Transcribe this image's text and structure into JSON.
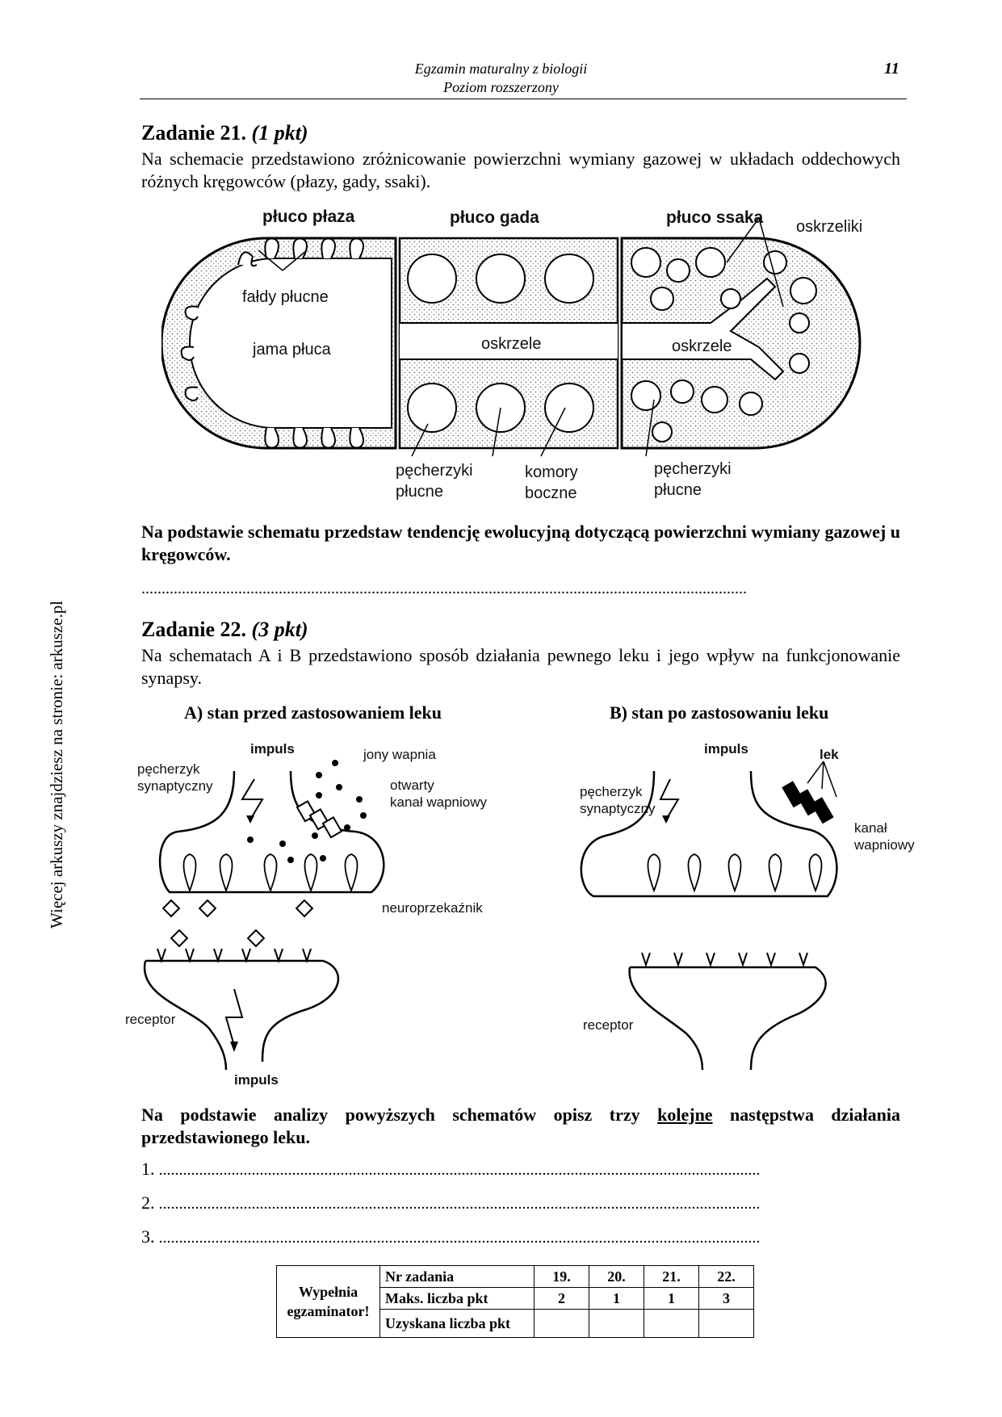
{
  "header": {
    "line1": "Egzamin maturalny z biologii",
    "line2": "Poziom rozszerzony",
    "page_number": "11"
  },
  "side_note": "Więcej arkuszy znajdziesz na stronie: arkusze.pl",
  "task21": {
    "title": "Zadanie 21.",
    "points": "(1 pkt)",
    "intro": "Na schemacie przedstawiono zróżnicowanie powierzchni wymiany gazowej w układach oddechowych różnych kręgowców (płazy, gady, ssaki).",
    "diagram": {
      "heading_frog": "płuco płaza",
      "heading_reptile": "płuco gada",
      "heading_mammal": "płuco ssaka",
      "oskrzeliki": "oskrzeliki",
      "faldy_plucne": "fałdy płucne",
      "jama_pluca": "jama płuca",
      "oskrzele_1": "oskrzele",
      "oskrzele_2": "oskrzele",
      "pecherzyki_1_line1": "pęcherzyki",
      "pecherzyki_1_line2": "płucne",
      "komory_line1": "komory",
      "komory_line2": "boczne",
      "pecherzyki_2_line1": "pęcherzyki",
      "pecherzyki_2_line2": "płucne"
    },
    "question": "Na podstawie schematu przedstaw tendencję ewolucyjną dotyczącą powierzchni wymiany gazowej u kręgowców.",
    "answer_line": "......................................................................................................................................................"
  },
  "task22": {
    "title": "Zadanie 22.",
    "points": "(3 pkt)",
    "intro": "Na schematach A i B przedstawiono sposób działania pewnego leku i jego wpływ na funkcjonowanie synapsy.",
    "caption_a": "A) stan przed zastosowaniem leku",
    "caption_b": "B) stan po zastosowaniu leku",
    "diagram_a": {
      "impuls_top": "impuls",
      "jony_wapnia": "jony wapnia",
      "pecherzyk_line1": "pęcherzyk",
      "pecherzyk_line2": "synaptyczny",
      "otwarty_line1": "otwarty",
      "otwarty_line2": "kanał wapniowy",
      "neuroprzekaznik": "neuroprzekaźnik",
      "receptor": "receptor",
      "impuls_bottom": "impuls"
    },
    "diagram_b": {
      "impuls": "impuls",
      "lek": "lek",
      "pecherzyk_line1": "pęcherzyk",
      "pecherzyk_line2": "synaptyczny",
      "kanal_line1": "kanał",
      "kanal_line2": "wapniowy",
      "receptor": "receptor"
    },
    "question_part1": "Na podstawie analizy powyższych schematów opisz trzy ",
    "question_underlined": "kolejne",
    "question_part2": " następstwa działania przedstawionego leku.",
    "answers": [
      {
        "num": "1.",
        "line": "....................................................................................................................................................."
      },
      {
        "num": "2.",
        "line": "....................................................................................................................................................."
      },
      {
        "num": "3.",
        "line": "....................................................................................................................................................."
      }
    ]
  },
  "score_table": {
    "fill_label_line1": "Wypełnia",
    "fill_label_line2": "egzaminator!",
    "row1_label": "Nr zadania",
    "row2_label": "Maks. liczba pkt",
    "row3_label": "Uzyskana liczba pkt",
    "tasks": [
      "19.",
      "20.",
      "21.",
      "22."
    ],
    "max_points": [
      "2",
      "1",
      "1",
      "3"
    ]
  }
}
